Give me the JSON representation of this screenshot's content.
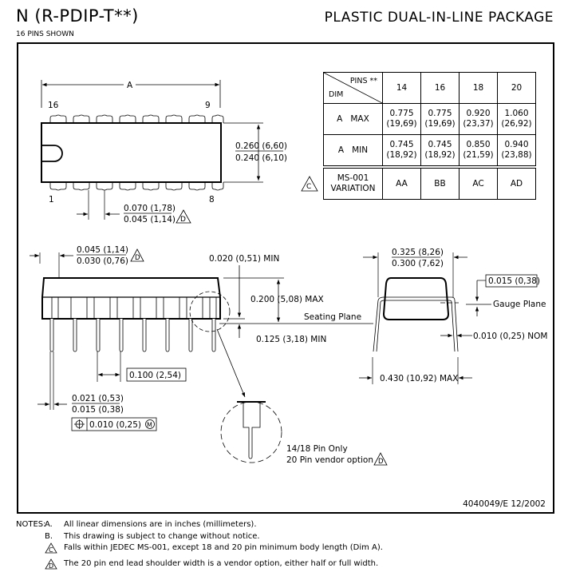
{
  "header": {
    "package_code": "N (R-PDIP-T**)",
    "pins_shown": "16 PINS SHOWN",
    "package_name": "PLASTIC DUAL-IN-LINE PACKAGE"
  },
  "top_view": {
    "dim_label": "A",
    "pin_top_left": "16",
    "pin_top_right": "9",
    "pin_bottom_left": "1",
    "pin_bottom_right": "8",
    "width_max": "0.260 (6,60)",
    "width_min": "0.240 (6,10)",
    "shoulder_max": "0.070 (1,78)",
    "shoulder_min": "0.045 (1,14)",
    "shoulder_note": "D"
  },
  "dim_table": {
    "corner_pins": "PINS **",
    "corner_dim": "DIM",
    "pin_counts": [
      "14",
      "16",
      "18",
      "20"
    ],
    "rows": [
      {
        "label": "A   MAX",
        "values": [
          [
            "0.775",
            "(19,69)"
          ],
          [
            "0.775",
            "(19,69)"
          ],
          [
            "0.920",
            "(23,37)"
          ],
          [
            "1.060",
            "(26,92)"
          ]
        ]
      },
      {
        "label": "A   MIN",
        "values": [
          [
            "0.745",
            "(18,92)"
          ],
          [
            "0.745",
            "(18,92)"
          ],
          [
            "0.850",
            "(21,59)"
          ],
          [
            "0.940",
            "(23,88)"
          ]
        ]
      }
    ],
    "variation": {
      "label_line1": "MS-001",
      "label_line2": "VARIATION",
      "note": "C",
      "values": [
        "AA",
        "BB",
        "AC",
        "AD"
      ]
    }
  },
  "side_view": {
    "end_shoulder_max": "0.045 (1,14)",
    "end_shoulder_min": "0.030 (0,76)",
    "end_shoulder_note": "D",
    "standoff": "0.020 (0,51) MIN",
    "height": "0.200 (5,08) MAX",
    "seating_plane": "Seating Plane",
    "lead_length": "0.125 (3,18) MIN",
    "pitch": "0.100 (2,54)",
    "lead_width_max": "0.021 (0,53)",
    "lead_width_min": "0.015 (0,38)",
    "position_tolerance": "0.010 (0,25)",
    "position_modifier": "M"
  },
  "detail": {
    "line1": "14/18 Pin Only",
    "line2": "20 Pin vendor option",
    "note": "D"
  },
  "end_view": {
    "row_spacing_max": "0.325 (8,26)",
    "row_spacing_min": "0.300 (7,62)",
    "gauge_offset": "0.015 (0,38)",
    "gauge_plane": "Gauge Plane",
    "lead_thickness": "0.010 (0,25) NOM",
    "lead_span": "0.430 (10,92) MAX"
  },
  "document_number": "4040049/E  12/2002",
  "notes": {
    "heading": "NOTES:",
    "items": [
      {
        "key": "A.",
        "flag": false,
        "text": "All linear dimensions are in inches (millimeters)."
      },
      {
        "key": "B.",
        "flag": false,
        "text": "This drawing is subject to change without notice."
      },
      {
        "key": "C",
        "flag": true,
        "text": "Falls within JEDEC MS-001, except 18 and 20 pin minimum body length (Dim A)."
      },
      {
        "key": "D",
        "flag": true,
        "text": "The 20 pin end lead shoulder width is a vendor option, either half or full width."
      }
    ]
  }
}
